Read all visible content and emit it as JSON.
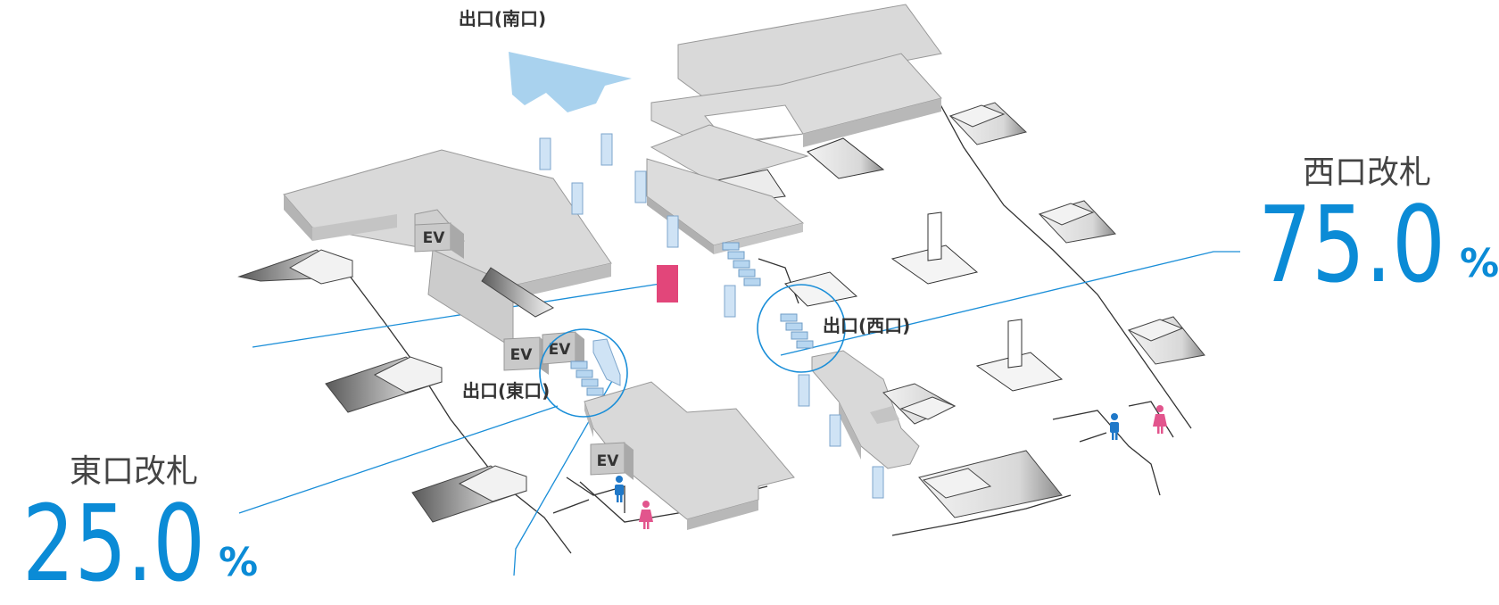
{
  "labels": {
    "exit_south": "出口(南口)",
    "exit_west": "出口(西口)",
    "exit_east": "出口(東口)",
    "ev": "EV"
  },
  "gates": {
    "west": {
      "name": "西口改札",
      "value": "75.0",
      "unit": "%",
      "share_percent": 75.0
    },
    "east": {
      "name": "東口改札",
      "value": "25.0",
      "unit": "%",
      "share_percent": 25.0
    }
  },
  "colors": {
    "accent_blue": "#0b8bd6",
    "arrow_blue": "#a9d2ee",
    "pillar_blue": "#cfe3f5",
    "marker_pink": "#e2467a",
    "male_icon": "#1f78c8",
    "female_icon": "#e2558d",
    "floor_gray": "#dcdcdc"
  },
  "icons": [
    "direction-arrow-icon",
    "escalator-icon",
    "stairs-icon",
    "elevator-icon",
    "male-restroom-icon",
    "female-restroom-icon"
  ]
}
